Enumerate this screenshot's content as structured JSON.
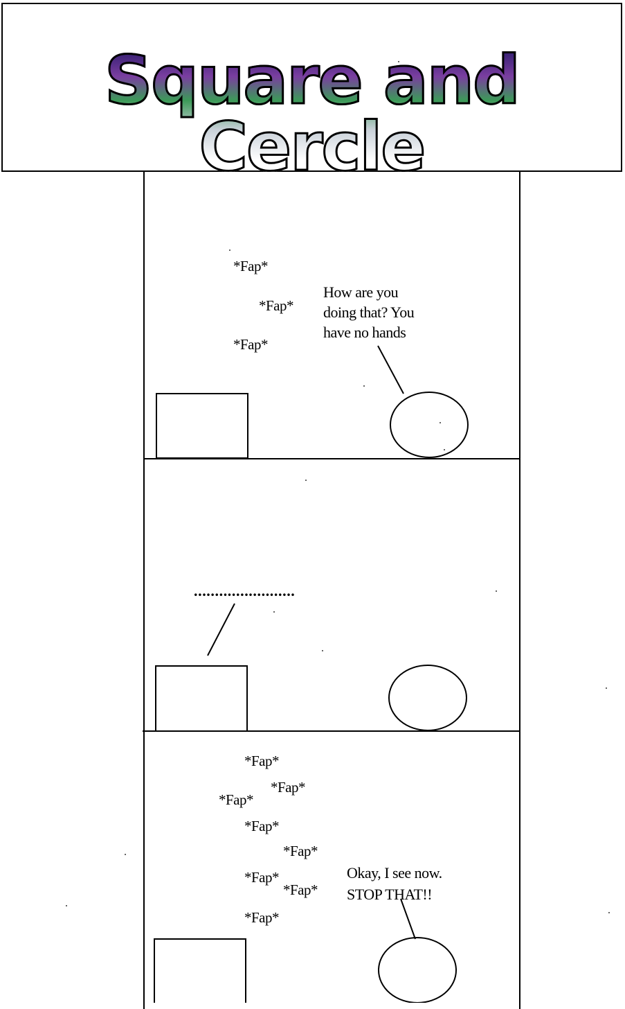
{
  "title": "Square and Cercle",
  "panels": [
    {
      "sfx": [
        "*Fap*",
        "*Fap*",
        "*Fap*"
      ],
      "speech": [
        "How are you",
        "doing that? You",
        "have no hands"
      ]
    },
    {
      "speech_dots": "........................"
    },
    {
      "sfx": [
        "*Fap*",
        "*Fap*",
        "*Fap*",
        "*Fap*",
        "*Fap*",
        "*Fap*",
        "*Fap*",
        "*Fap*"
      ],
      "speech": [
        "Okay, I see now.",
        "STOP THAT!!"
      ]
    }
  ]
}
